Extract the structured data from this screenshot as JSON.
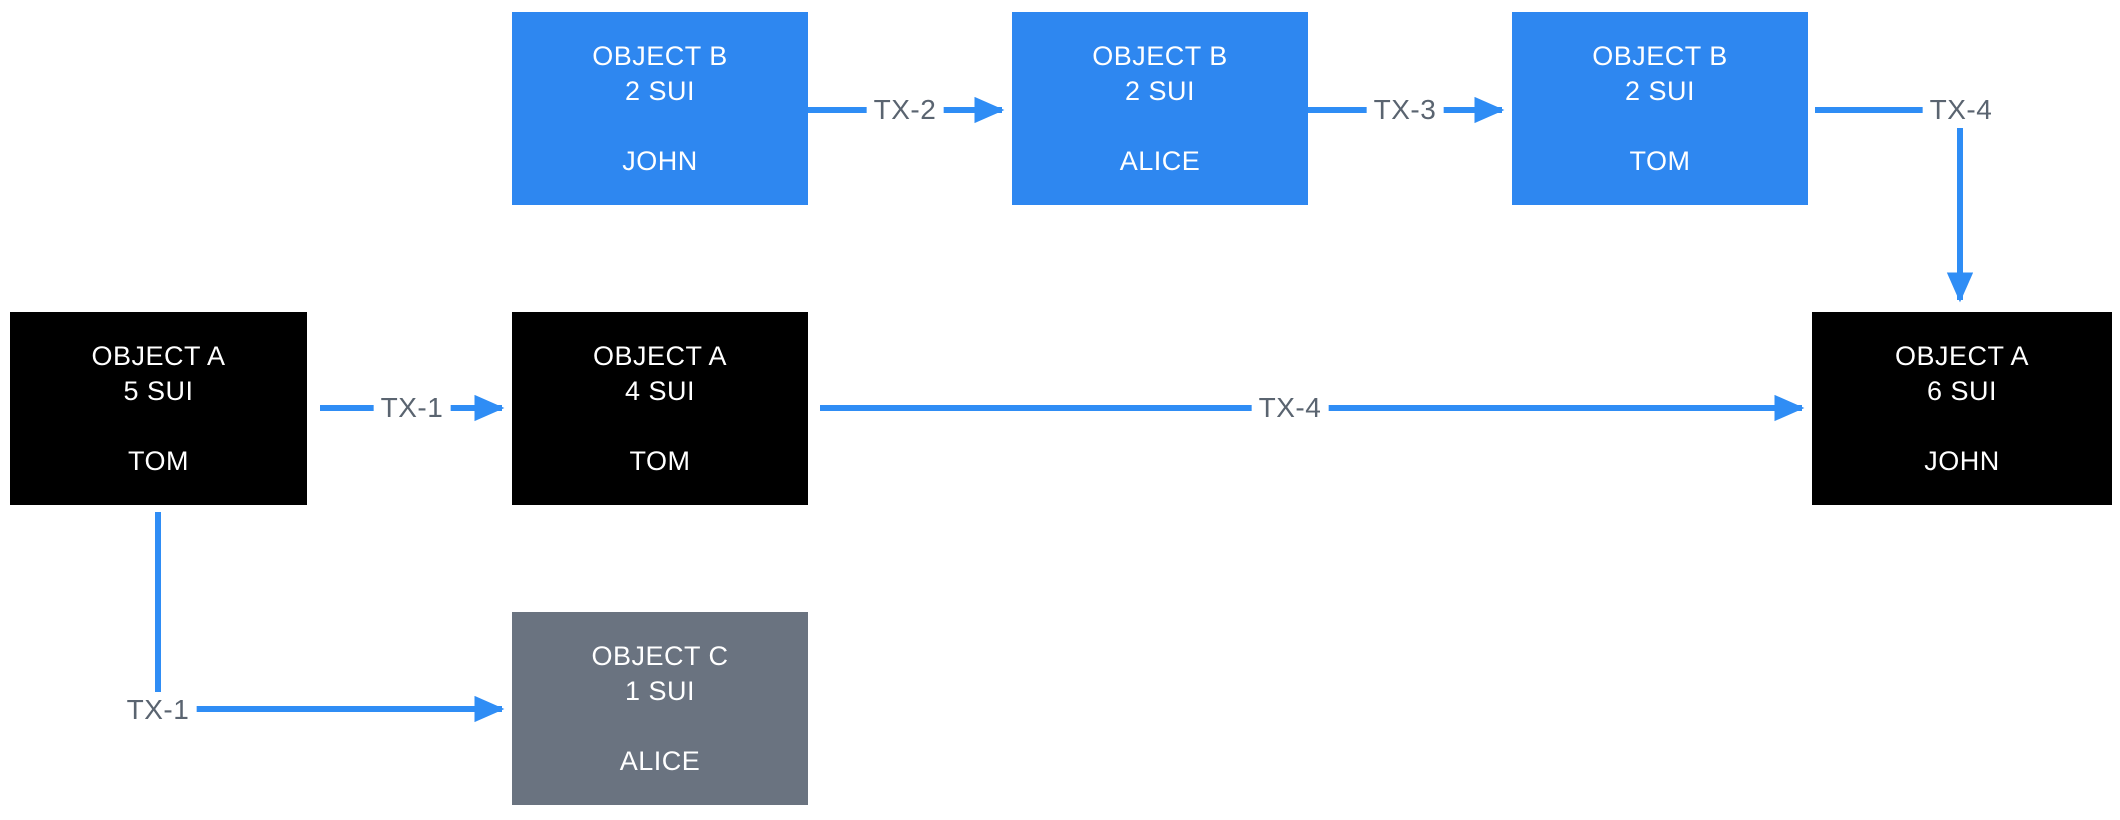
{
  "diagram": {
    "colors": {
      "background": "#FFFFFF",
      "object_a_fill": "#000000",
      "object_b_fill": "#2E87F0",
      "object_c_fill": "#6A7380",
      "node_text": "#FFFFFF",
      "arrow": "#2F8DF5",
      "edge_label_text": "#5A6470"
    },
    "nodes": [
      {
        "id": "object-b-john",
        "title": "OBJECT B",
        "amount": "2 SUI",
        "owner": "JOHN",
        "kind": "object_b"
      },
      {
        "id": "object-b-alice",
        "title": "OBJECT B",
        "amount": "2 SUI",
        "owner": "ALICE",
        "kind": "object_b"
      },
      {
        "id": "object-b-tom",
        "title": "OBJECT B",
        "amount": "2 SUI",
        "owner": "TOM",
        "kind": "object_b"
      },
      {
        "id": "object-a-tom-5",
        "title": "OBJECT A",
        "amount": "5 SUI",
        "owner": "TOM",
        "kind": "object_a"
      },
      {
        "id": "object-a-tom-4",
        "title": "OBJECT A",
        "amount": "4 SUI",
        "owner": "TOM",
        "kind": "object_a"
      },
      {
        "id": "object-a-john-6",
        "title": "OBJECT A",
        "amount": "6 SUI",
        "owner": "JOHN",
        "kind": "object_a"
      },
      {
        "id": "object-c-alice",
        "title": "OBJECT C",
        "amount": "1 SUI",
        "owner": "ALICE",
        "kind": "object_c"
      }
    ],
    "edges": [
      {
        "label": "TX-1",
        "from": "object-a-tom-5",
        "to": "object-a-tom-4"
      },
      {
        "label": "TX-2",
        "from": "object-b-john",
        "to": "object-b-alice"
      },
      {
        "label": "TX-3",
        "from": "object-b-alice",
        "to": "object-b-tom"
      },
      {
        "label": "TX-4",
        "from": "object-b-tom",
        "to": "object-a-john-6"
      },
      {
        "label": "TX-4",
        "from": "object-a-tom-4",
        "to": "object-a-john-6"
      },
      {
        "label": "TX-1",
        "from": "object-a-tom-5",
        "to": "object-c-alice"
      }
    ]
  }
}
